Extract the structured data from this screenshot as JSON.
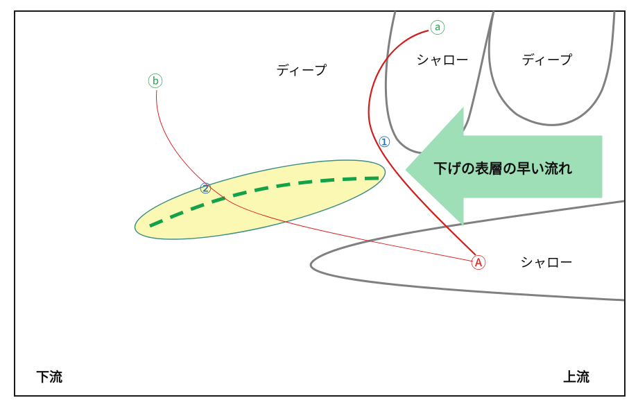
{
  "areas": {
    "deep_left": "ディープ",
    "shallow_top": "シャロー",
    "deep_right": "ディープ",
    "shallow_bottom": "シャロー"
  },
  "current_arrow": {
    "label": "下げの表層の早い流れ",
    "color": "#9fdfb7"
  },
  "markers": {
    "a": "ⓐ",
    "b": "ⓑ",
    "one": "①",
    "two": "②",
    "big_a": "Ⓐ"
  },
  "edges": {
    "downstream": "下流",
    "upstream": "上流"
  },
  "colors": {
    "red_line": "#e02020",
    "green_dash": "#13a24a",
    "ellipse_fill": "#fbf8b4",
    "outline_gray": "#808080",
    "marker_green": "#3aa55a",
    "marker_blue": "#2a6fb0"
  }
}
